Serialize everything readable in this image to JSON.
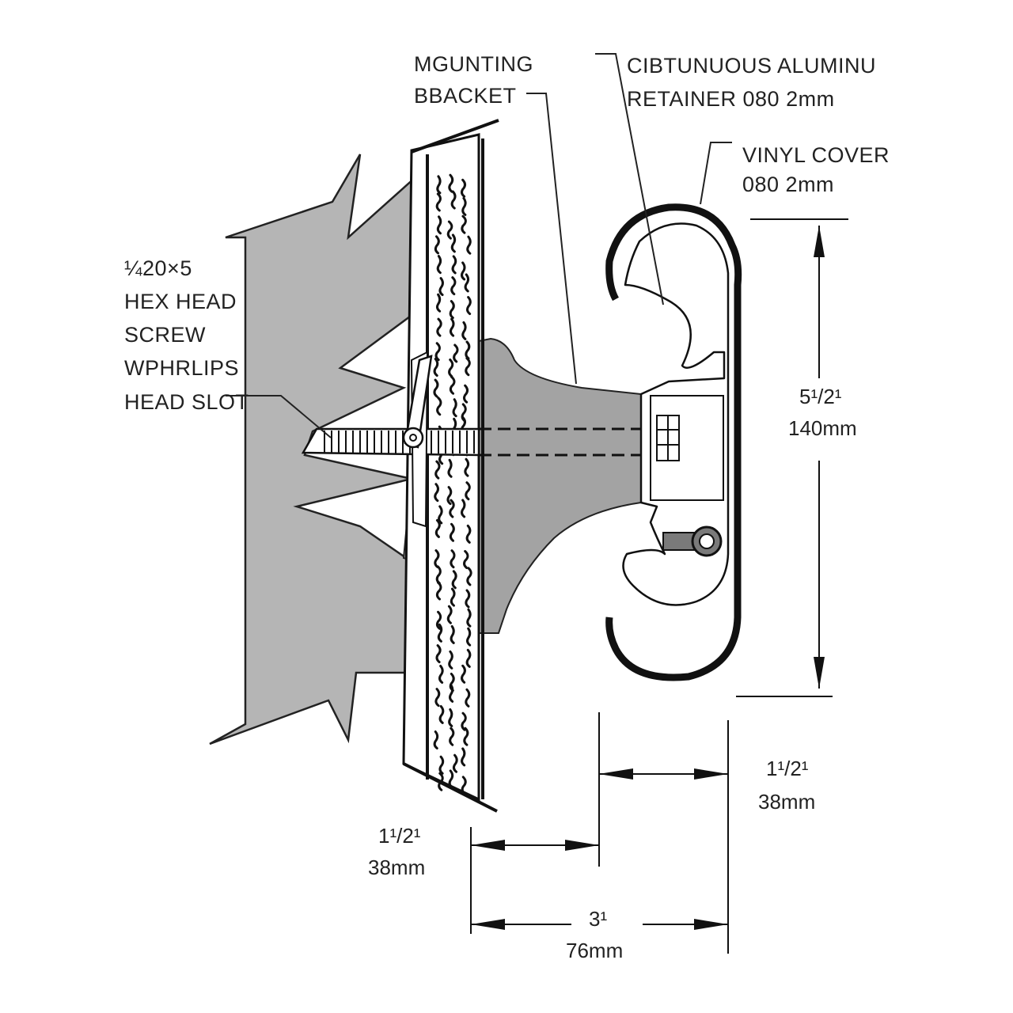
{
  "labels": {
    "bracket": [
      "MGUNTING",
      "BBACKET"
    ],
    "retainer": [
      "CIBTUNUOUS ALUMINU",
      "RETAINER 080 2mm"
    ],
    "cover": [
      "VINYL COVER",
      "080 2mm"
    ],
    "screw": [
      "¼20×5",
      "HEX HEAD",
      "SCREW",
      "WPHRLIPS",
      "HEAD SLOT"
    ]
  },
  "dimensions": {
    "height_in": "5¹/2¹",
    "height_mm": "140mm",
    "depth_right_in": "1¹/2¹",
    "depth_right_mm": "38mm",
    "depth_left_in": "1¹/2¹",
    "depth_left_mm": "38mm",
    "total_in": "3¹",
    "total_mm": "76mm"
  },
  "colors": {
    "wall_gray": "#b5b5b5",
    "bracket_gray": "#a3a3a3",
    "line": "#111111",
    "background": "#ffffff"
  }
}
